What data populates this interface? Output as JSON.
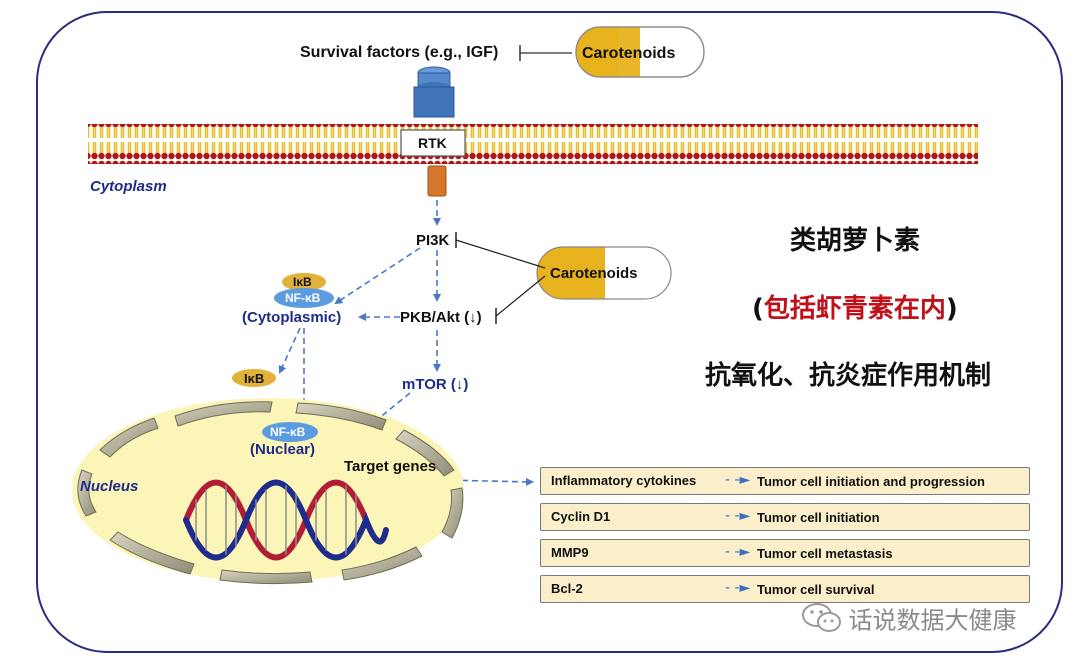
{
  "texts": {
    "survival_factors": "Survival factors (e.g., IGF)",
    "carotenoids_top": "Carotenoids",
    "rtk": "RTK",
    "cytoplasm": "Cytoplasm",
    "pi3k": "PI3K",
    "carotenoids_mid": "Carotenoids",
    "ikb_top": "IκB",
    "nfkb_top": "NF-κB",
    "cytoplasmic": "(Cytoplasmic)",
    "pkb_akt": "PKB/Akt (↓)",
    "ikb_free": "IκB",
    "mtor": "mTOR (↓)",
    "nfkb_nuc": "NF-κB",
    "nuclear": "(Nuclear)",
    "target_genes": "Target genes",
    "nucleus": "Nucleus"
  },
  "chinese": {
    "title": "类胡萝卜素",
    "subtitle_open": "(",
    "subtitle": "包括虾青素在内",
    "subtitle_close": ")",
    "mechanism": "抗氧化、抗炎症作用机制"
  },
  "genes": [
    {
      "name": "Inflammatory cytokines",
      "outcome": "Tumor cell initiation and progression"
    },
    {
      "name": "Cyclin D1",
      "outcome": "Tumor cell initiation"
    },
    {
      "name": "MMP9",
      "outcome": "Tumor cell metastasis"
    },
    {
      "name": "Bcl-2",
      "outcome": "Tumor cell survival"
    }
  ],
  "watermark": "话说数据大健康",
  "colors": {
    "navy": "#1f2a8a",
    "arrow": "#4a78c8",
    "carotenoid_gold": "#e8b21e",
    "ikb_gold": "#e2b13a",
    "nfkb_blue": "#5b9be0",
    "nucleus_fill": "#fbf6b8",
    "membrane_gold": "#e7c030",
    "membrane_red": "#b01818",
    "receptor_blue": "#3f74b8",
    "kinase_orange": "#d6762a",
    "dna_red": "#b21d35",
    "dna_blue": "#1e2d8c",
    "gene_box": "#fbeecb",
    "red_text": "#c0111a"
  },
  "icons": [
    "wechat-icon"
  ]
}
